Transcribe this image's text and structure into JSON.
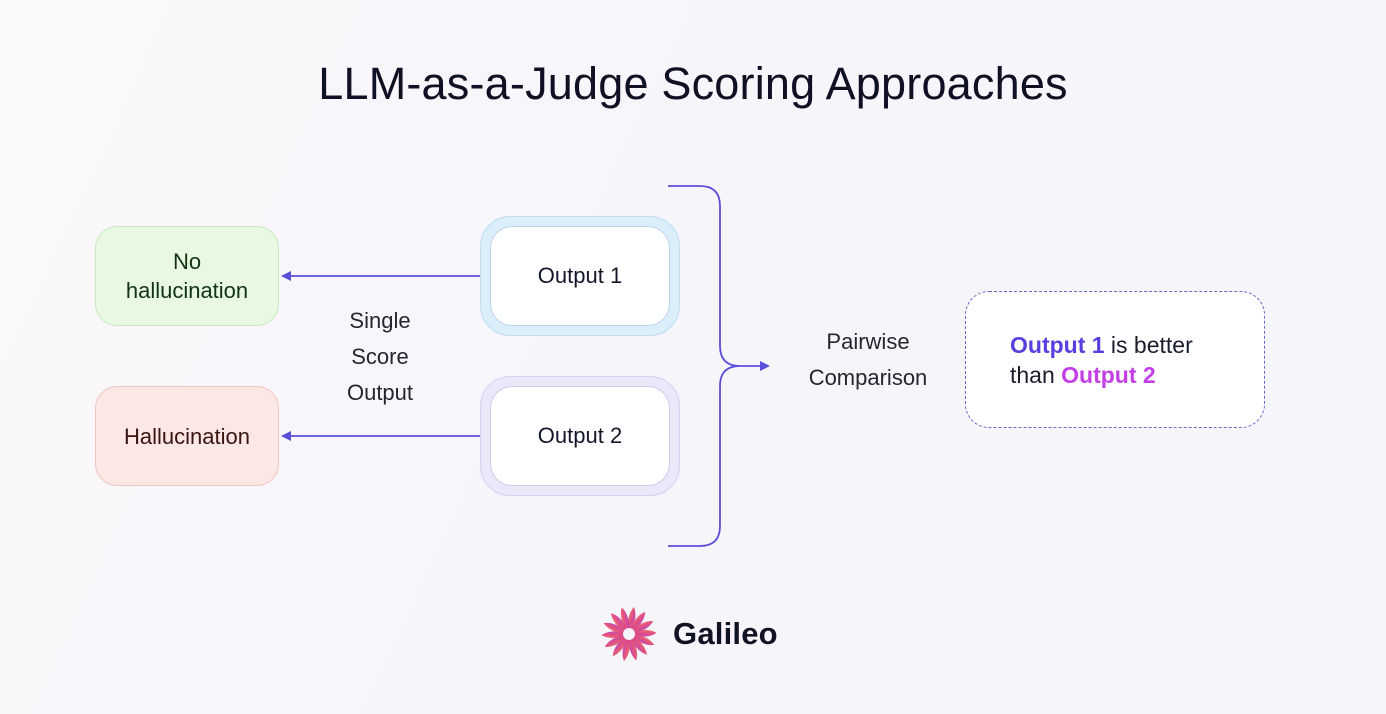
{
  "title": "LLM-as-a-Judge Scoring Approaches",
  "outputs": {
    "output1": "Output 1",
    "output2": "Output 2"
  },
  "results": {
    "good_line1": "No",
    "good_line2": "hallucination",
    "bad": "Hallucination"
  },
  "single_score": {
    "line1": "Single",
    "line2": "Score",
    "line3": "Output"
  },
  "pairwise": {
    "line1": "Pairwise",
    "line2": "Comparison"
  },
  "verdict": {
    "output1": "Output 1",
    "middle": " is better than ",
    "output2": "Output 2"
  },
  "brand": {
    "name": "Galileo"
  },
  "colors": {
    "arrow": "#5b4fd9",
    "highlight_output1": "#5a3fe0",
    "highlight_output2": "#c23fe6",
    "good_fill": "#e8f8e3",
    "bad_fill": "#fbe7e4"
  }
}
